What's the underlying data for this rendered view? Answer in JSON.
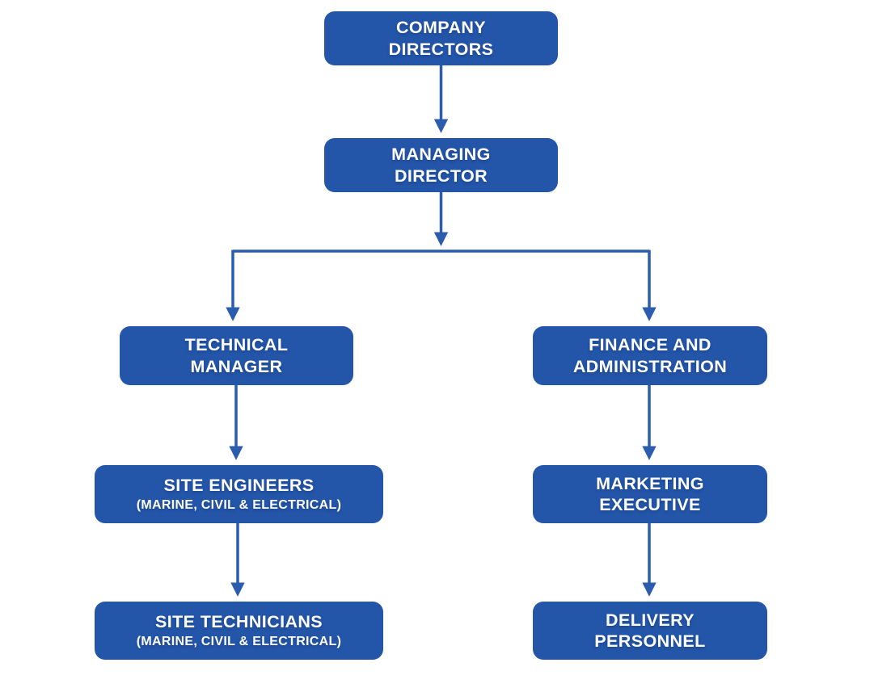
{
  "page": {
    "title": "Company Organization Chart"
  },
  "colors": {
    "box_fill": "#2355a9",
    "connector": "#2b5cad",
    "node_text": "#ffffff",
    "page_bg": "#ffffff"
  },
  "chart_data": {
    "type": "org-chart",
    "nodes": {
      "company_directors": {
        "title": "COMPANY\nDIRECTORS"
      },
      "managing_director": {
        "title": "MANAGING\nDIRECTOR"
      },
      "technical_manager": {
        "title": "TECHNICAL\nMANAGER"
      },
      "finance_admin": {
        "title": "FINANCE AND\nADMINISTRATION"
      },
      "site_engineers": {
        "title": "SITE ENGINEERS",
        "subtitle": "(MARINE, CIVIL & ELECTRICAL)"
      },
      "marketing_executive": {
        "title": "MARKETING\nEXECUTIVE"
      },
      "site_technicians": {
        "title": "SITE TECHNICIANS",
        "subtitle": "(MARINE, CIVIL & ELECTRICAL)"
      },
      "delivery_personnel": {
        "title": "DELIVERY\nPERSONNEL"
      }
    },
    "edges": [
      {
        "from": "company_directors",
        "to": "managing_director"
      },
      {
        "from": "managing_director",
        "to": "technical_manager"
      },
      {
        "from": "managing_director",
        "to": "finance_admin"
      },
      {
        "from": "technical_manager",
        "to": "site_engineers"
      },
      {
        "from": "site_engineers",
        "to": "site_technicians"
      },
      {
        "from": "finance_admin",
        "to": "marketing_executive"
      },
      {
        "from": "marketing_executive",
        "to": "delivery_personnel"
      }
    ]
  }
}
